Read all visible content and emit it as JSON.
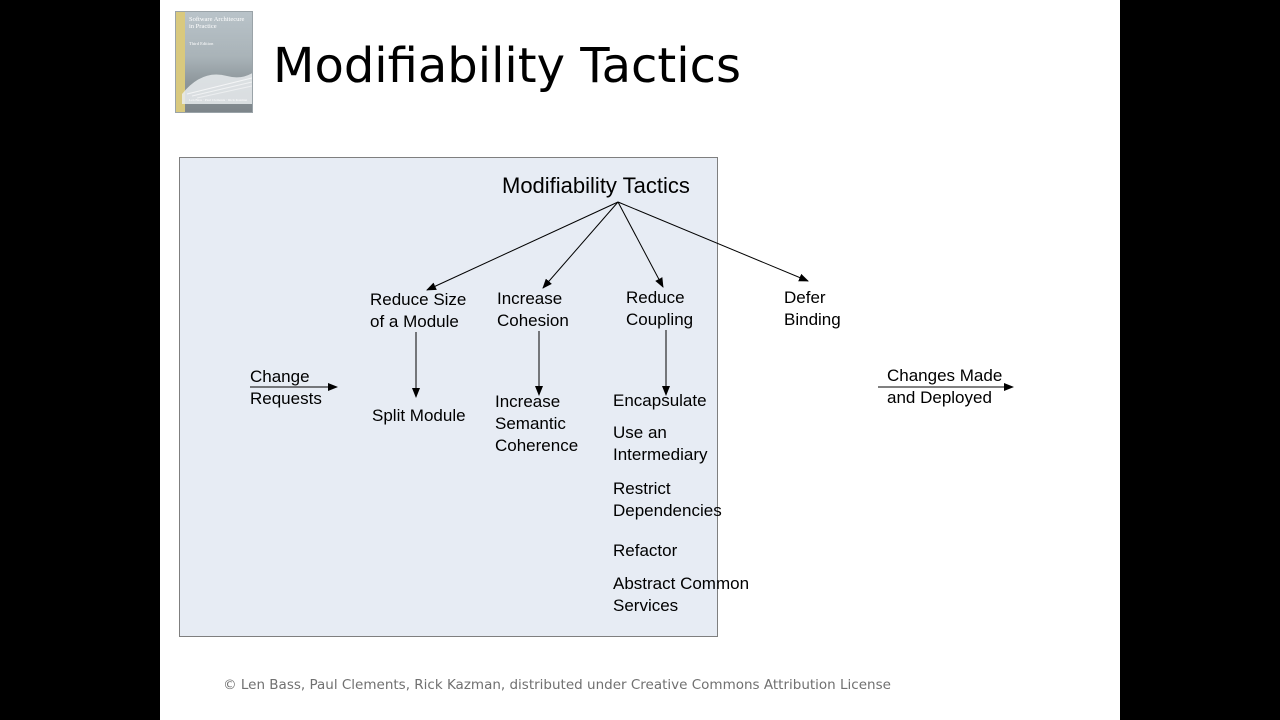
{
  "slide_title": "Modifiability Tactics",
  "book_cover": {
    "title": "Software Architecure in Practice",
    "edition": "Third Edition",
    "authors": "Len Bass · Paul Clements · Rick Kazman"
  },
  "diagram": {
    "root": "Modifiability Tactics",
    "input_label": "Change Requests",
    "output_label": "Changes Made and Deployed",
    "categories": [
      {
        "label": "Reduce Size of a Module",
        "tactics": [
          "Split Module"
        ]
      },
      {
        "label": "Increase Cohesion",
        "tactics": [
          "Increase Semantic Coherence"
        ]
      },
      {
        "label": "Reduce Coupling",
        "tactics": [
          "Encapsulate",
          "Use an Intermediary",
          "Restrict Dependencies",
          "Refactor",
          "Abstract Common Services"
        ]
      },
      {
        "label": "Defer Binding",
        "tactics": []
      }
    ]
  },
  "footer": "© Len Bass, Paul Clements, Rick Kazman, distributed under Creative Commons Attribution License",
  "colors": {
    "panel_bg": "#e7ecf4",
    "panel_border": "#7f7f7f",
    "footer_text": "#707070"
  }
}
